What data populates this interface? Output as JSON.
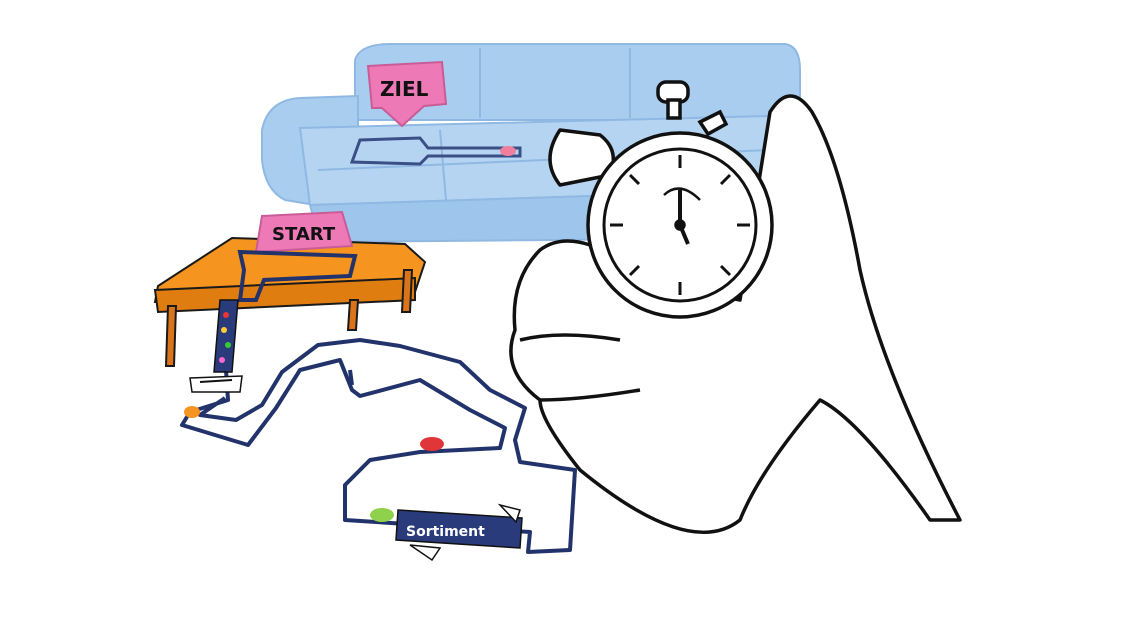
{
  "illustration": {
    "start_sign": "START",
    "goal_sign": "ZIEL",
    "candy_text": "Sortiment"
  },
  "colors": {
    "sofa": "#a9cdef",
    "sofa_shadow": "#8fb8e3",
    "table": "#f5941f",
    "table_side": "#e07d10",
    "sign_pink": "#ee79b7",
    "track": "#22336b",
    "outline": "#111111"
  },
  "icons": [
    "stopwatch-icon",
    "hand-icon",
    "sofa-icon",
    "table-icon",
    "toy-car-icon",
    "candy-roll-icon"
  ]
}
